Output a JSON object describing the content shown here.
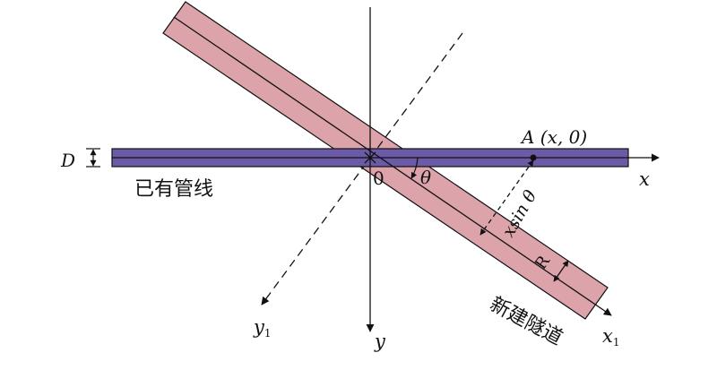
{
  "labels": {
    "D": "D",
    "existing_pipeline": "已有管线",
    "origin": "0",
    "theta": "θ",
    "point_A": "A (x, 0)",
    "axis_x": "x",
    "axis_y": "y",
    "axis_x1": "x",
    "axis_x1_sub": "1",
    "axis_y1": "y",
    "axis_y1_sub": "1",
    "xsin": "xsin θ",
    "R": "R",
    "new_tunnel": "新建隧道"
  },
  "colors": {
    "tunnel_fill": "#dca3ab",
    "pipe_fill": "#6b5aa6",
    "stroke": "#111111"
  }
}
